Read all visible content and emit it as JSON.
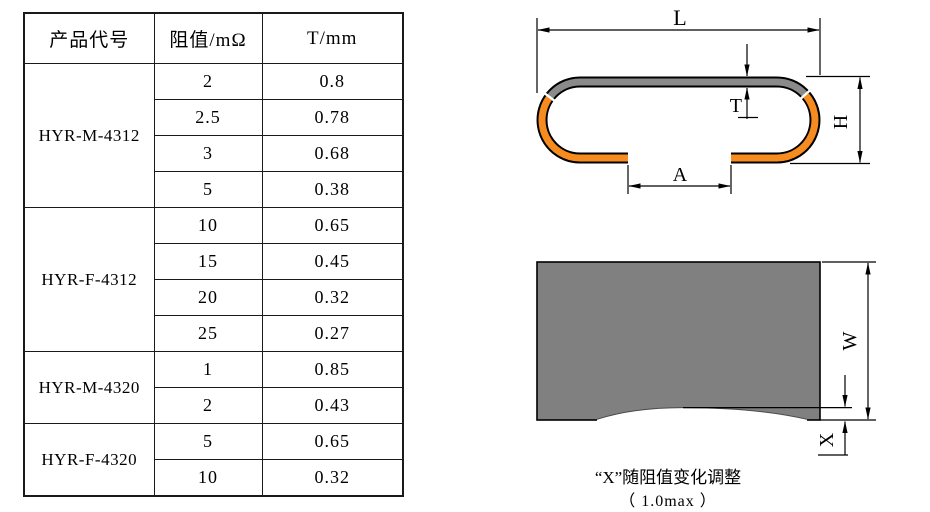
{
  "table": {
    "columns": [
      "产品代号",
      "阻值/mΩ",
      "T/mm"
    ],
    "groups": [
      {
        "code": "HYR-M-4312",
        "rows": [
          [
            "2",
            "0.8"
          ],
          [
            "2.5",
            "0.78"
          ],
          [
            "3",
            "0.68"
          ],
          [
            "5",
            "0.38"
          ]
        ]
      },
      {
        "code": "HYR-F-4312",
        "rows": [
          [
            "10",
            "0.65"
          ],
          [
            "15",
            "0.45"
          ],
          [
            "20",
            "0.32"
          ],
          [
            "25",
            "0.27"
          ]
        ]
      },
      {
        "code": "HYR-M-4320",
        "rows": [
          [
            "1",
            "0.85"
          ],
          [
            "2",
            "0.43"
          ]
        ]
      },
      {
        "code": "HYR-F-4320",
        "rows": [
          [
            "5",
            "0.65"
          ],
          [
            "10",
            "0.32"
          ]
        ]
      }
    ]
  },
  "diagrams": {
    "top_view": {
      "dim_length": "L",
      "dim_thickness": "T",
      "dim_height": "H",
      "dim_gap": "A"
    },
    "bottom_view": {
      "dim_width": "W",
      "dim_trim": "X",
      "caption_line1": "“X”随阻值变化调整",
      "caption_line2": "（ 1.0max ）"
    }
  },
  "colors": {
    "terminal_orange": "#F68B1F",
    "element_gray": "#8A8A8A",
    "body_gray": "#808080",
    "line": "#000000"
  }
}
